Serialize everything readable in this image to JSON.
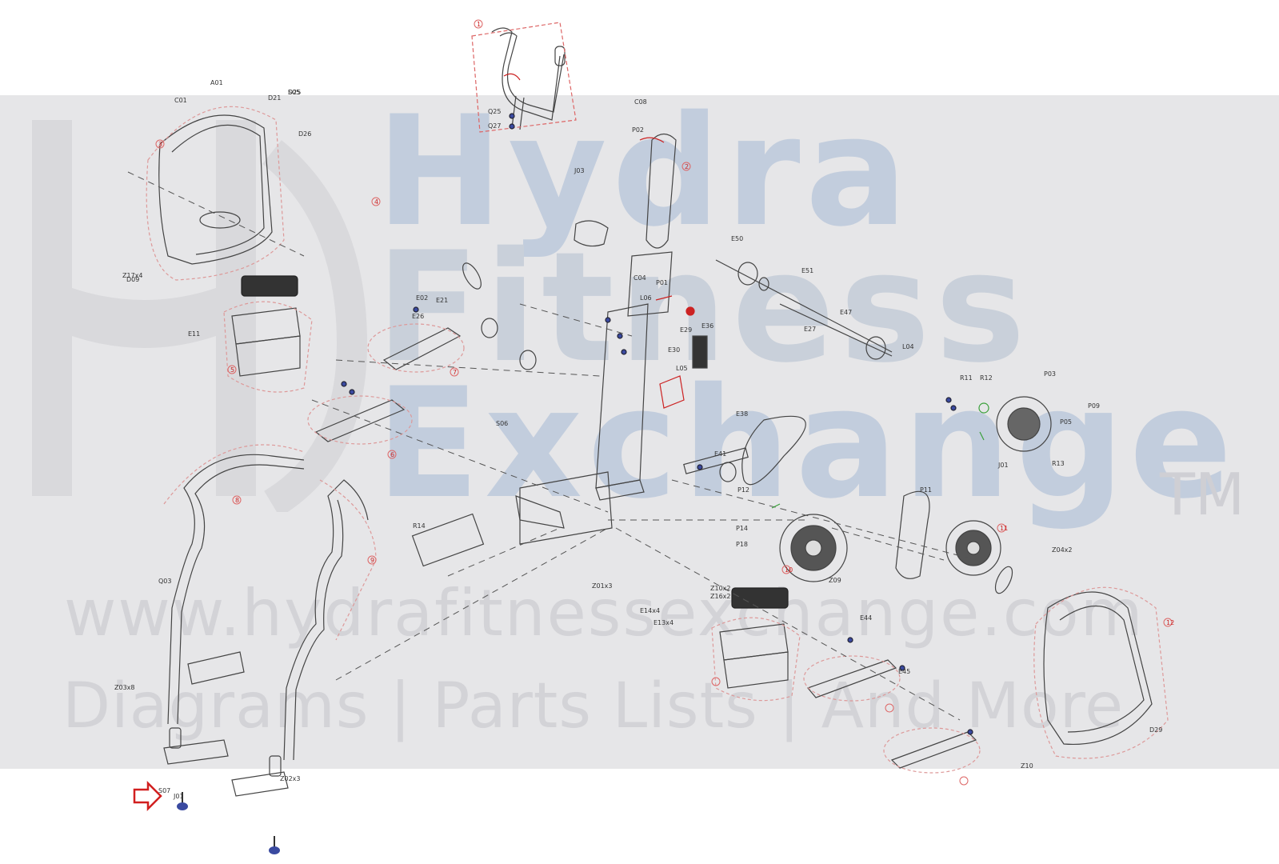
{
  "watermark": {
    "title_lines": [
      "Hydra",
      "Fitness",
      "Exchange"
    ],
    "trademark": "TM",
    "url": "www.hydrafitnessexchange.com",
    "tagline": "Diagrams | Parts Lists | And More"
  },
  "colors": {
    "band": "#e6e6e8",
    "watermark_blue": "#c2cddd",
    "watermark_grey": "#d3d3d7",
    "line": "#444444",
    "dash_red": "#d66666",
    "arrow_red": "#d11f1f",
    "fastener_blue": "#3a4aa0",
    "accent_green": "#3aa03a"
  },
  "callout_arrow": {
    "icon": "red-outline-arrow-right",
    "target_label": "J01"
  },
  "part_labels": [
    "A01",
    "C01",
    "D21",
    "D25",
    "D26",
    "D09",
    "C08",
    "C04",
    "E02",
    "E11",
    "E21",
    "E26",
    "E27",
    "E29",
    "E30",
    "E36",
    "E38",
    "E41",
    "E44",
    "E45",
    "E47",
    "E50",
    "E51",
    "L04",
    "L05",
    "L06",
    "P01",
    "P02",
    "P03",
    "P05",
    "P09",
    "P11",
    "P12",
    "P14",
    "P18",
    "R11",
    "R12",
    "R13",
    "R14",
    "S05",
    "S06",
    "S07",
    "Q03",
    "Q25",
    "Q27",
    "J01",
    "J03",
    "Z01x3",
    "Z02x3",
    "Z03x8",
    "Z04x2",
    "Z10x2",
    "Z16x2",
    "Z17x4",
    "D29",
    "E14x4",
    "E13x4",
    "Z09",
    "Z10"
  ],
  "callout_numbers": [
    "1",
    "2",
    "3",
    "4",
    "5",
    "6",
    "7",
    "8",
    "9",
    "10",
    "11",
    "12"
  ]
}
